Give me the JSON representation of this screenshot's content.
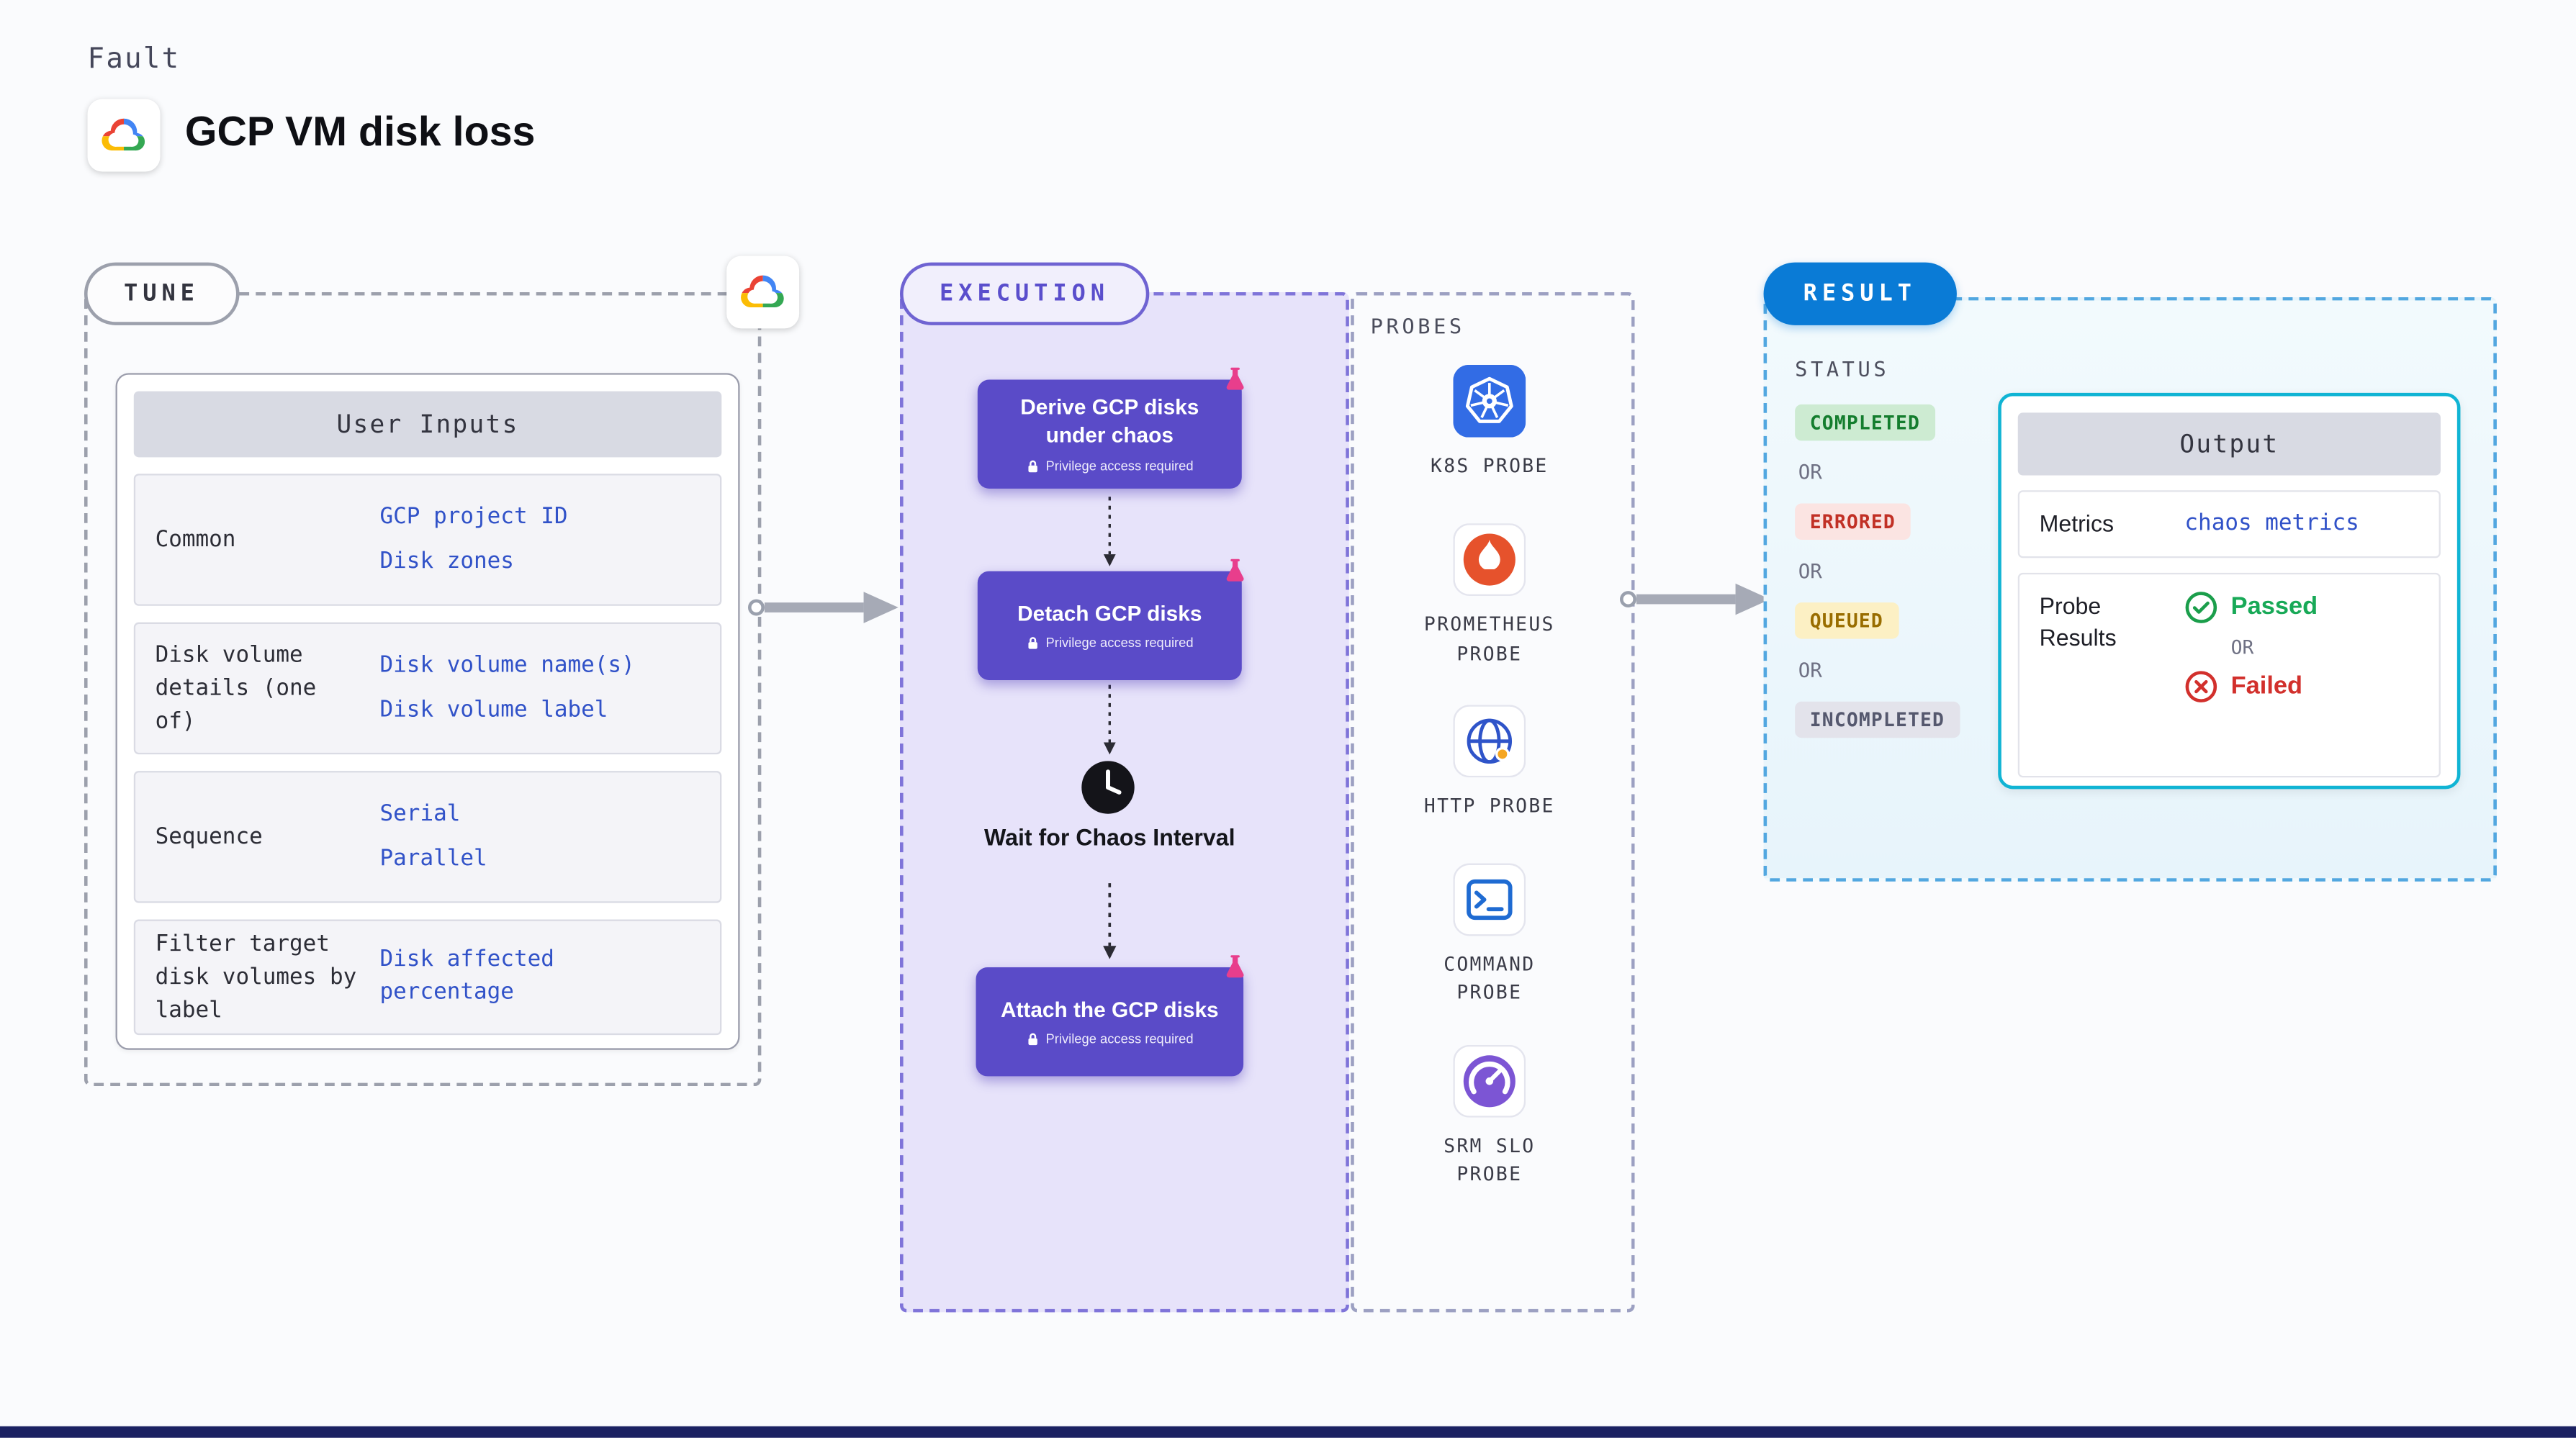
{
  "header": {
    "kicker": "Fault",
    "title": "GCP VM disk loss",
    "logo_icon": "gcp-cloud-icon"
  },
  "tune": {
    "pill": "TUNE",
    "corner_icon": "gcp-cloud-icon",
    "user_inputs": {
      "header": "User Inputs",
      "rows": [
        {
          "label": "Common",
          "values": [
            "GCP project ID",
            "Disk zones"
          ]
        },
        {
          "label": "Disk volume details (one of)",
          "values": [
            "Disk volume name(s)",
            "Disk volume label"
          ]
        },
        {
          "label": "Sequence",
          "values": [
            "Serial",
            "Parallel"
          ]
        },
        {
          "label": "Filter target disk volumes by label",
          "values": [
            "Disk affected percentage"
          ]
        }
      ]
    }
  },
  "execution": {
    "pill": "EXECUTION",
    "privilege_badge": "Privilege access required",
    "steps": [
      {
        "label": "Derive GCP disks under chaos",
        "type": "action",
        "icon": "chaos-experiment-icon"
      },
      {
        "label": "Detach GCP disks",
        "type": "action",
        "icon": "chaos-experiment-icon"
      },
      {
        "label": "Wait for Chaos Interval",
        "type": "wait",
        "icon": "clock-icon"
      },
      {
        "label": "Attach the GCP disks",
        "type": "action",
        "icon": "chaos-experiment-icon"
      }
    ]
  },
  "probes": {
    "title": "PROBES",
    "items": [
      {
        "label": "K8S PROBE",
        "icon": "kubernetes-icon"
      },
      {
        "label": "PROMETHEUS PROBE",
        "icon": "prometheus-icon"
      },
      {
        "label": "HTTP PROBE",
        "icon": "globe-icon"
      },
      {
        "label": "COMMAND PROBE",
        "icon": "terminal-icon"
      },
      {
        "label": "SRM SLO PROBE",
        "icon": "gauge-icon"
      }
    ]
  },
  "result": {
    "pill": "RESULT",
    "status": {
      "title": "STATUS",
      "separator": "OR",
      "items": [
        {
          "label": "COMPLETED",
          "color": "green"
        },
        {
          "label": "ERRORED",
          "color": "red"
        },
        {
          "label": "QUEUED",
          "color": "yellow"
        },
        {
          "label": "INCOMPLETED",
          "color": "gray"
        }
      ]
    },
    "output": {
      "header": "Output",
      "metrics_label": "Metrics",
      "metrics_value": "chaos metrics",
      "probe_results_label": "Probe Results",
      "passed": "Passed",
      "or": "OR",
      "failed": "Failed"
    }
  },
  "colors": {
    "node_purple": "#5A4BC8",
    "execution_fill": "#E7E3FA",
    "result_blue": "#0A7BD6",
    "output_border": "#10B4D4",
    "link_blue": "#3152C8",
    "status_completed": "#147D2E",
    "status_errored": "#C13025",
    "status_queued": "#996D00",
    "status_incompleted": "#55586E",
    "experiment_pink": "#E83E8C",
    "footer_bar": "#1B2162"
  }
}
